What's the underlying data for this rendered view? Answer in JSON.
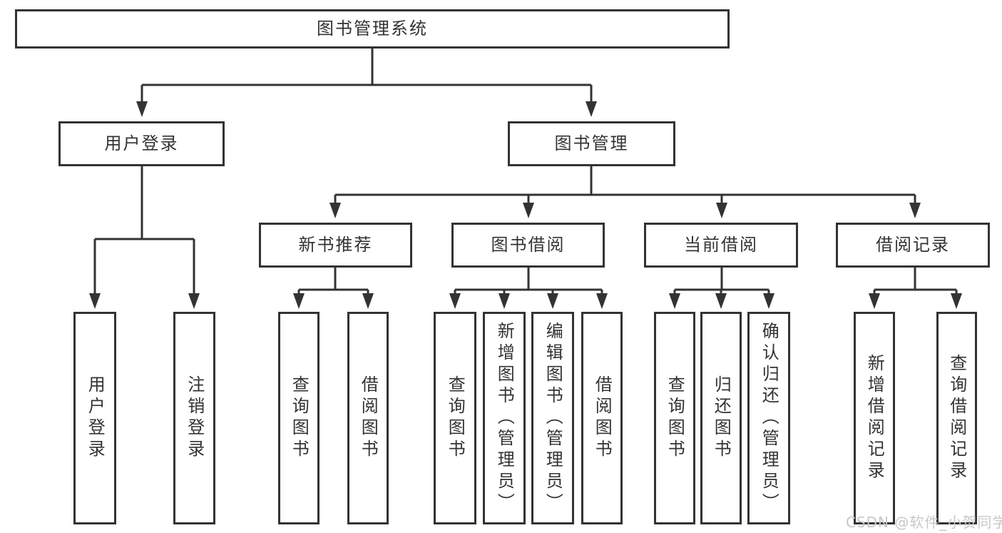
{
  "diagram": {
    "nodes": {
      "root": "图书管理系统",
      "user_login": "用户登录",
      "book_management": "图书管理",
      "new_book_recommend": "新书推荐",
      "book_borrowing": "图书借阅",
      "current_borrowing": "当前借阅",
      "borrowing_records": "借阅记录",
      "leaf_user_login": "用户登录",
      "leaf_logout": "注销登录",
      "leaf_nb_query_book": "查询图书",
      "leaf_nb_borrow_book": "借阅图书",
      "leaf_bb_query_book": "查询图书",
      "leaf_bb_add_book": "新增图书（管理员）",
      "leaf_bb_edit_book": "编辑图书（管理员）",
      "leaf_bb_borrow_book": "借阅图书",
      "leaf_cb_query_book": "查询图书",
      "leaf_cb_return_book": "归还图书",
      "leaf_cb_confirm_return": "确认归还（管理员）",
      "leaf_br_add_record": "新增借阅记录",
      "leaf_br_query_record": "查询借阅记录"
    }
  },
  "watermark": {
    "text": "CSDN @软件_小贺同学"
  },
  "colors": {
    "line": "#333333",
    "box_border": "#333333",
    "text": "#333333",
    "watermark": "#c8c8c8",
    "background": "#ffffff"
  }
}
